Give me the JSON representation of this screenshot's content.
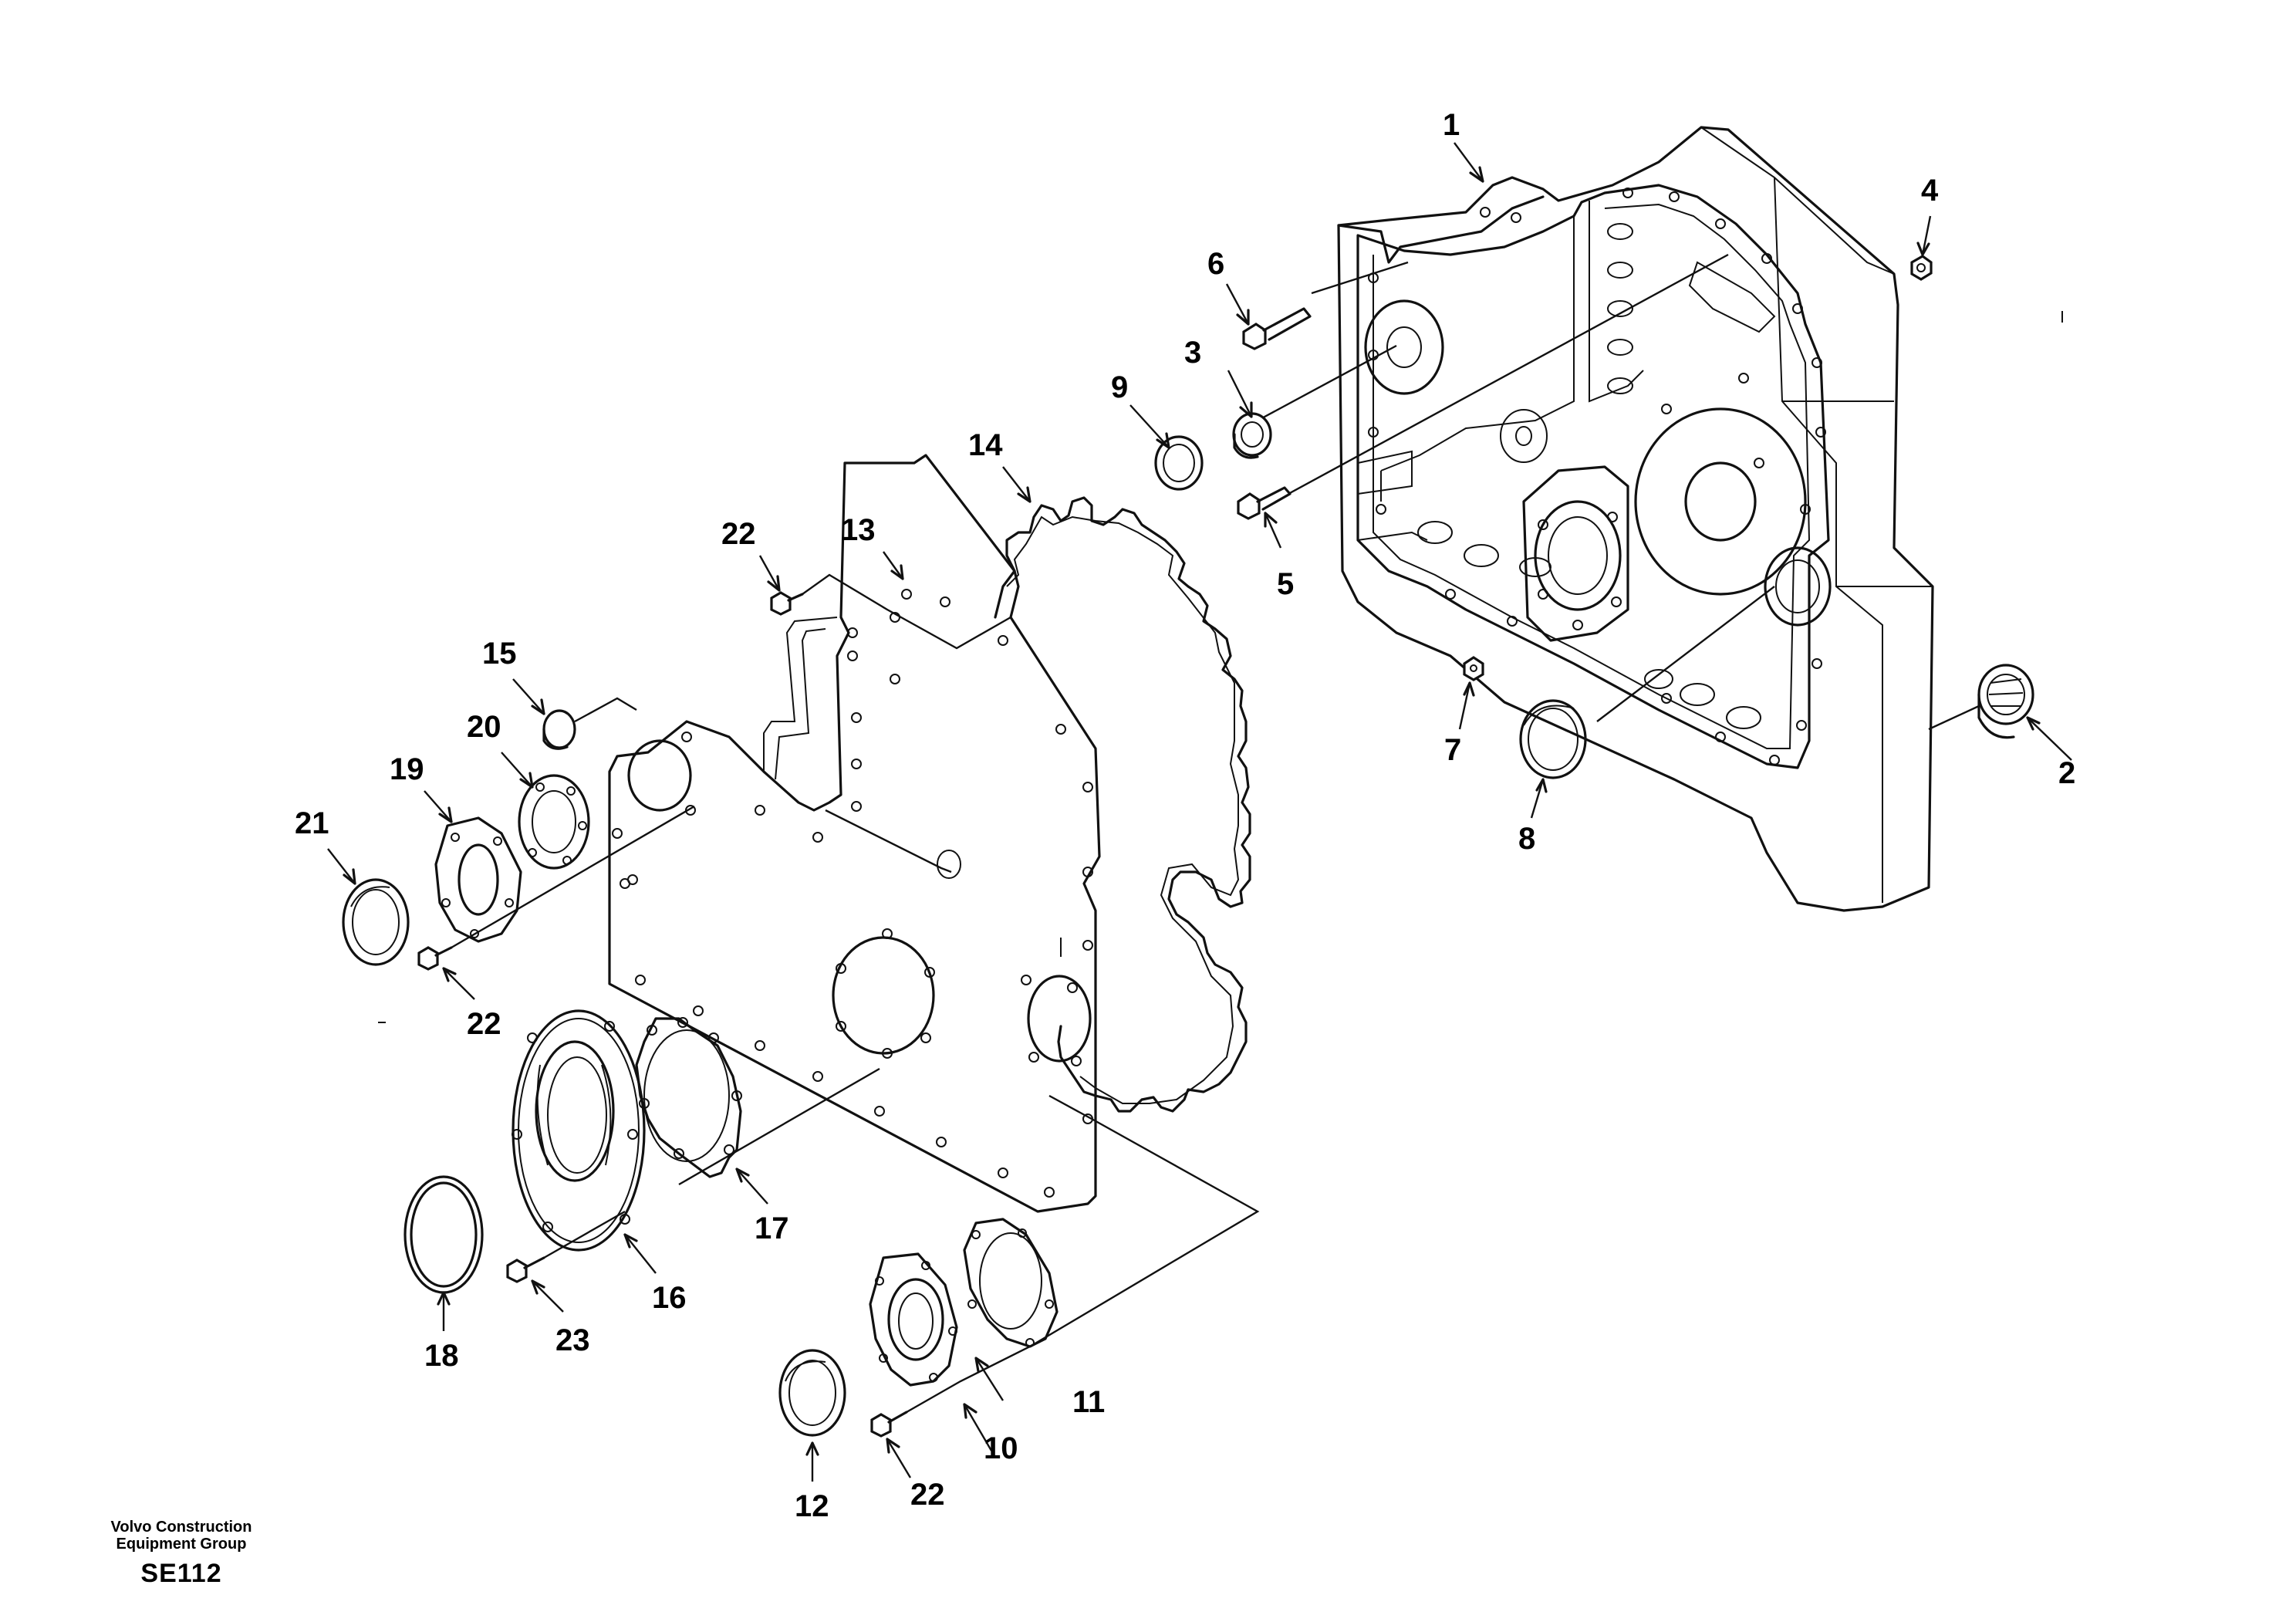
{
  "diagram": {
    "callouts": {
      "c1": "1",
      "c2": "2",
      "c3": "3",
      "c4": "4",
      "c5": "5",
      "c6": "6",
      "c7": "7",
      "c8": "8",
      "c9": "9",
      "c10": "10",
      "c11": "11",
      "c12": "12",
      "c13": "13",
      "c14": "14",
      "c15": "15",
      "c16": "16",
      "c17": "17",
      "c18": "18",
      "c19": "19",
      "c20": "20",
      "c21": "21",
      "c22a": "22",
      "c22b": "22",
      "c22c": "22",
      "c23": "23"
    }
  },
  "footer": {
    "company_line1": "Volvo Construction",
    "company_line2": "Equipment Group",
    "code": "SE112"
  }
}
